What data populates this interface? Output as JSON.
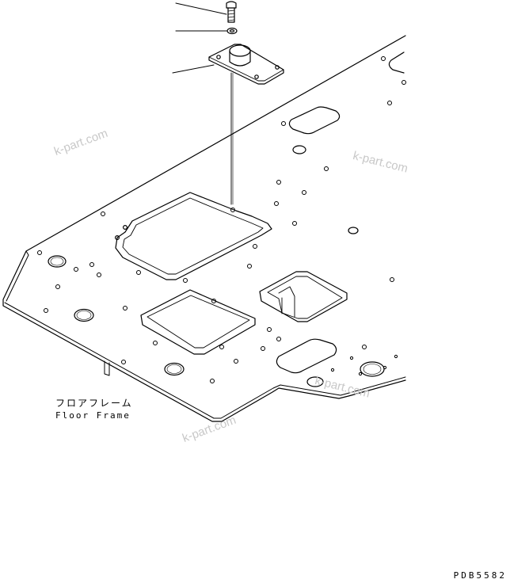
{
  "labels": {
    "part_name_jp": "フロアフレーム",
    "part_name_en": "Floor Frame",
    "drawing_code": "PDB5582"
  },
  "watermarks": [
    "k-part.com",
    "k-part.com",
    "k-part.com",
    "k-part.com"
  ]
}
